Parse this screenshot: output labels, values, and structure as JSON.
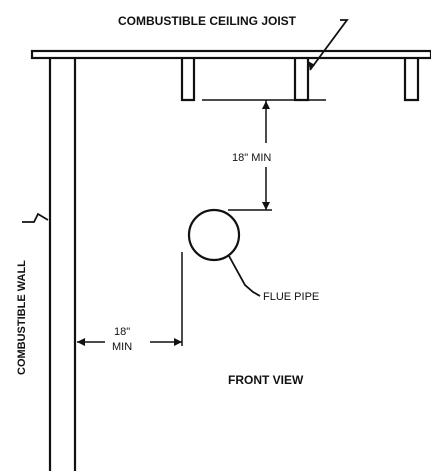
{
  "labels": {
    "joist": "COMBUSTIBLE CEILING JOIST",
    "wall": "COMBUSTIBLE WALL",
    "ceiling_clearance": "18\" MIN",
    "wall_clearance_value": "18\"",
    "wall_clearance_unit": "MIN",
    "flue": "FLUE PIPE",
    "view": "FRONT VIEW"
  },
  "colors": {
    "ink": "#111111",
    "background": "#ffffff"
  }
}
